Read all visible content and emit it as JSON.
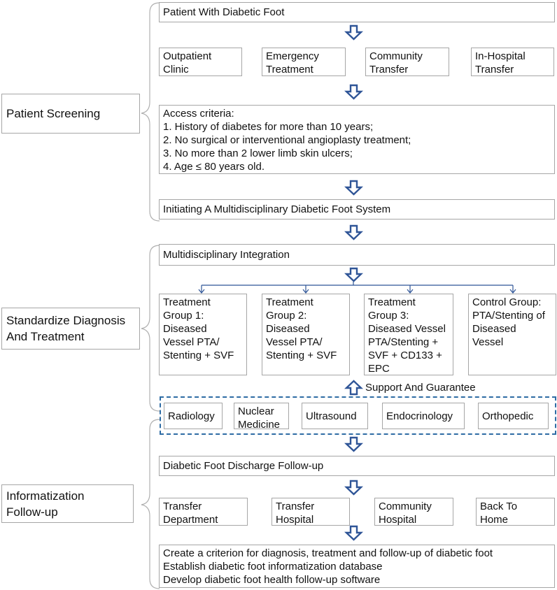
{
  "phases": {
    "screening": "Patient Screening",
    "standardize": "Standardize Diagnosis\nAnd Treatment",
    "followup": "Informatization\nFollow-up"
  },
  "screening": {
    "patient": "Patient With Diabetic Foot",
    "sources": [
      "Outpatient\nClinic",
      "Emergency\nTreatment",
      "Community\nTransfer",
      "In-Hospital\nTransfer"
    ],
    "criteria_title": "Access criteria:",
    "criteria": [
      "1. History of diabetes for more than 10 years;",
      "2. No surgical or interventional angioplasty treatment;",
      "3. No more than 2 lower limb skin ulcers;",
      "4. Age ≤ 80 years old."
    ],
    "initiate": "Initiating A Multidisciplinary Diabetic Foot System"
  },
  "treatment": {
    "integration": "Multidisciplinary Integration",
    "groups": [
      "Treatment\nGroup 1:\nDiseased\nVessel PTA/\nStenting + SVF",
      "Treatment\nGroup 2:\nDiseased\nVessel PTA/\nStenting + SVF",
      "Treatment\nGroup 3:\nDiseased Vessel\nPTA/Stenting +\nSVF + CD133 +\nEPC",
      "Control Group:\nPTA/Stenting of\nDiseased\nVessel"
    ],
    "support": "Support And Guarantee",
    "departments": [
      "Radiology",
      "Nuclear\nMedicine",
      "Ultrasound",
      "Endocrinology",
      "Orthopedic"
    ]
  },
  "followup": {
    "discharge": "Diabetic Foot Discharge Follow-up",
    "destinations": [
      "Transfer\nDepartment",
      "Transfer\nHospital",
      "Community\nHospital",
      "Back To\nHome"
    ],
    "outcomes": [
      "Create a criterion for diagnosis, treatment and follow-up of diabetic foot",
      "Establish diabetic foot informatization database",
      "Develop diabetic foot health follow-up software"
    ]
  },
  "colors": {
    "arrow": "#2f5597",
    "border": "#a6a6a6",
    "brace": "#b0b0b0",
    "dashed": "#2e6ca4"
  }
}
